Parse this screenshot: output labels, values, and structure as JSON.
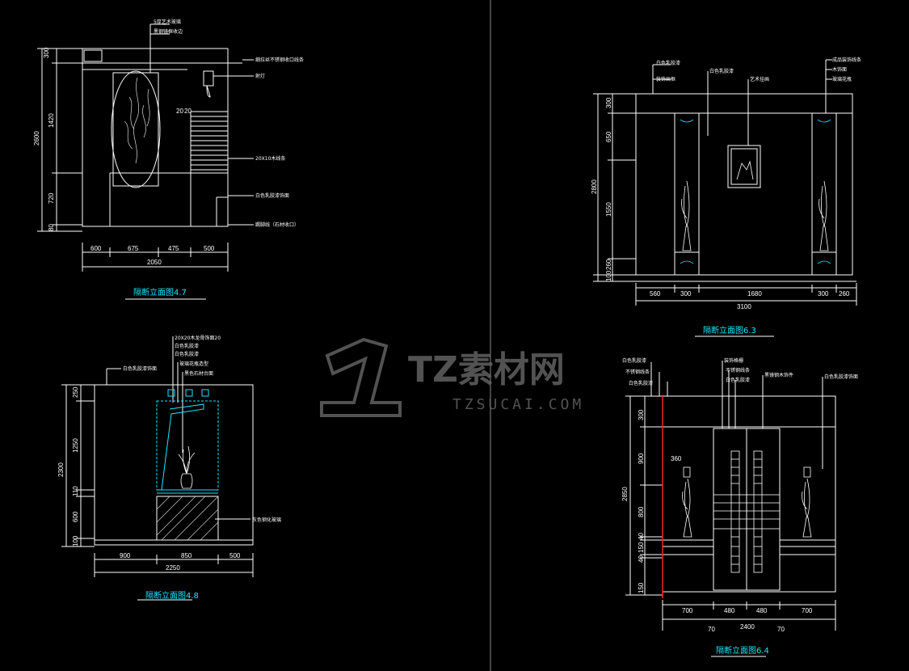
{
  "watermark": {
    "brand_cn": "TZ素材网",
    "brand_url": "TZSUCAI.COM"
  },
  "colors": {
    "background": "#000000",
    "line": "#ffffff",
    "cyan": "#19e6ff",
    "red": "#ff2020",
    "divider": "#8a8a8a"
  },
  "elev_47": {
    "title": "隔断立面图4.7",
    "v_dims": [
      "300",
      "1420",
      "720",
      "80"
    ],
    "v_total": "2600",
    "h_dims": [
      "600",
      "675",
      "475",
      "500"
    ],
    "h_total": "2050",
    "side_dims": [
      "20",
      "20"
    ],
    "notes": [
      "5厚艺术玻璃",
      "黑钢镜框收边",
      "细拉丝不锈钢收口线条",
      "射灯",
      "20X10木线条",
      "白色乳胶漆饰面",
      "踢脚线（石材收口）"
    ]
  },
  "elev_48": {
    "title": "隔断立面图4.8",
    "v_dims": [
      "250",
      "1250",
      "110",
      "600",
      "100"
    ],
    "v_total": "2300",
    "h_dims": [
      "900",
      "850",
      "500"
    ],
    "h_total": "2250",
    "notes": [
      "20X20木龙骨饰面20",
      "白色乳胶漆",
      "白色乳胶漆",
      "玻璃花瓶造型",
      "黑色石材台面",
      "白色乳胶漆饰面",
      "灰色钢化玻璃"
    ]
  },
  "elev_63": {
    "title": "隔断立面图6.3",
    "v_dims": [
      "300",
      "650",
      "1550",
      "260",
      "100"
    ],
    "v_total": "2800",
    "h_dims": [
      "560",
      "300",
      "1680",
      "300",
      "260"
    ],
    "h_total": "3100",
    "notes": [
      "白色乳胶漆",
      "装饰画框",
      "白色乳胶漆",
      "艺术挂画",
      "成品装饰线条",
      "木饰面",
      "玻璃花瓶"
    ]
  },
  "elev_64": {
    "title": "隔断立面图6.4",
    "v_dims": [
      "300",
      "900",
      "800",
      "40",
      "150",
      "40",
      "150"
    ],
    "v_total": "2850",
    "inner_dim": "360",
    "h_dims": [
      "700",
      "480",
      "480",
      "700"
    ],
    "h_total": "2400",
    "h_sub": [
      "70",
      "70"
    ],
    "notes": [
      "白色乳胶漆",
      "不锈钢线条",
      "白色乳胶漆",
      "装饰格栅",
      "不锈钢线条",
      "白色乳胶漆",
      "黑镜钢木饰件",
      "白色乳胶漆饰面"
    ]
  }
}
